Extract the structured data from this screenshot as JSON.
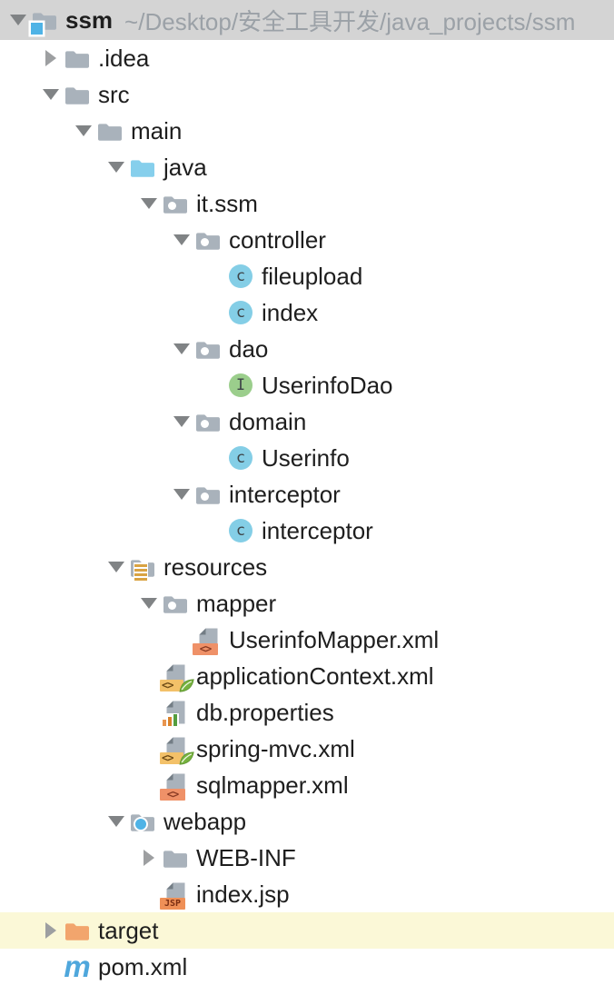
{
  "colors": {
    "selected_row_bg": "#d4d4d4",
    "highlight_row_bg": "#fbf8d7",
    "text": "#1e1e1e",
    "path_text": "#9ba1a7",
    "folder_gray": "#a9b2bb",
    "folder_blue": "#86cfec",
    "folder_orange": "#f2a56d",
    "fold_dark": "#737d85",
    "class_bg": "#84cee6",
    "interface_bg": "#9bce8c",
    "icon_letter": "#3d4347",
    "xml_band": "#ef9168",
    "xml_band_text": "#8a3b24",
    "spring_band": "#f3c169",
    "spring_band_text": "#6d4a15",
    "leaf_green": "#76b23e",
    "leaf_stroke": "#5d9330",
    "jsp_band": "#ef9057",
    "jsp_band_text": "#7a2e12",
    "maven_blue": "#4fa7dc",
    "badge_blue": "#4fb3e6",
    "resource_lines": "#d9a343",
    "bar_orange": "#e8954f",
    "bar_orange2": "#d9822b",
    "bar_green": "#549e3f",
    "arrow_expanded": "#808385",
    "arrow_collapsed": "#9d9fa1"
  },
  "icons": {
    "class_letter": "c",
    "interface_letter": "I",
    "xml_glyph": "<>",
    "jsp_glyph": "JSP",
    "maven_glyph": "m"
  },
  "tree": {
    "items": [
      {
        "label": "ssm",
        "path": "~/Desktop/安全工具开发/java_projects/ssm",
        "level": 0,
        "arrow": "expanded",
        "icon": "project-folder",
        "bg": "selected",
        "bold": true
      },
      {
        "label": ".idea",
        "level": 1,
        "arrow": "collapsed",
        "icon": "folder"
      },
      {
        "label": "src",
        "level": 1,
        "arrow": "expanded",
        "icon": "folder"
      },
      {
        "label": "main",
        "level": 2,
        "arrow": "expanded",
        "icon": "folder"
      },
      {
        "label": "java",
        "level": 3,
        "arrow": "expanded",
        "icon": "sources-folder"
      },
      {
        "label": "it.ssm",
        "level": 4,
        "arrow": "expanded",
        "icon": "package-folder"
      },
      {
        "label": "controller",
        "level": 5,
        "arrow": "expanded",
        "icon": "package-folder"
      },
      {
        "label": "fileupload",
        "level": 6,
        "arrow": "none",
        "icon": "class"
      },
      {
        "label": "index",
        "level": 6,
        "arrow": "none",
        "icon": "class"
      },
      {
        "label": "dao",
        "level": 5,
        "arrow": "expanded",
        "icon": "package-folder"
      },
      {
        "label": "UserinfoDao",
        "level": 6,
        "arrow": "none",
        "icon": "interface"
      },
      {
        "label": "domain",
        "level": 5,
        "arrow": "expanded",
        "icon": "package-folder"
      },
      {
        "label": "Userinfo",
        "level": 6,
        "arrow": "none",
        "icon": "class"
      },
      {
        "label": "interceptor",
        "level": 5,
        "arrow": "expanded",
        "icon": "package-folder"
      },
      {
        "label": "interceptor",
        "level": 6,
        "arrow": "none",
        "icon": "class"
      },
      {
        "label": "resources",
        "level": 3,
        "arrow": "expanded",
        "icon": "resources-folder"
      },
      {
        "label": "mapper",
        "level": 4,
        "arrow": "expanded",
        "icon": "package-folder"
      },
      {
        "label": "UserinfoMapper.xml",
        "level": 5,
        "arrow": "none",
        "icon": "xml-file"
      },
      {
        "label": "applicationContext.xml",
        "level": 4,
        "arrow": "none",
        "icon": "spring-xml-file"
      },
      {
        "label": "db.properties",
        "level": 4,
        "arrow": "none",
        "icon": "properties-file"
      },
      {
        "label": "spring-mvc.xml",
        "level": 4,
        "arrow": "none",
        "icon": "spring-xml-file"
      },
      {
        "label": "sqlmapper.xml",
        "level": 4,
        "arrow": "none",
        "icon": "xml-file"
      },
      {
        "label": "webapp",
        "level": 3,
        "arrow": "expanded",
        "icon": "web-folder"
      },
      {
        "label": "WEB-INF",
        "level": 4,
        "arrow": "collapsed",
        "icon": "folder"
      },
      {
        "label": "index.jsp",
        "level": 4,
        "arrow": "none",
        "icon": "jsp-file"
      },
      {
        "label": "target",
        "level": 1,
        "arrow": "collapsed",
        "icon": "excluded-folder",
        "bg": "highlight"
      },
      {
        "label": "pom.xml",
        "level": 1,
        "arrow": "none",
        "icon": "maven"
      }
    ]
  }
}
